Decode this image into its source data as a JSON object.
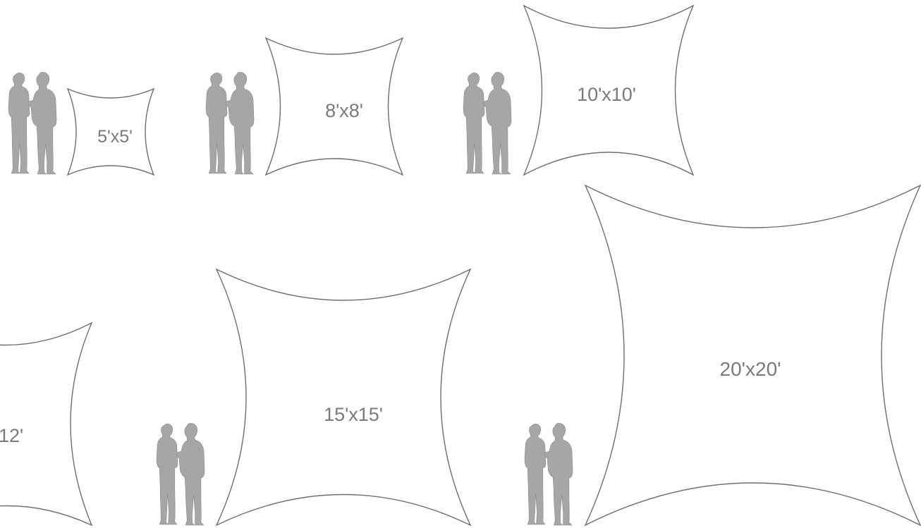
{
  "screens": [
    {
      "id": "5x5",
      "label": "5'x5'"
    },
    {
      "id": "8x8",
      "label": "8'x8'"
    },
    {
      "id": "10x10",
      "label": "10'x10'"
    },
    {
      "id": "12x12",
      "label": "12'"
    },
    {
      "id": "15x15",
      "label": "15'x15'"
    },
    {
      "id": "20x20",
      "label": "20'x20'"
    }
  ],
  "figure_icon": "standing-people-silhouette-icon",
  "colors": {
    "outline": "#6e6e6e",
    "label": "#7a7a7a",
    "silhouette": "#a6a6a6",
    "background": "#ffffff"
  }
}
